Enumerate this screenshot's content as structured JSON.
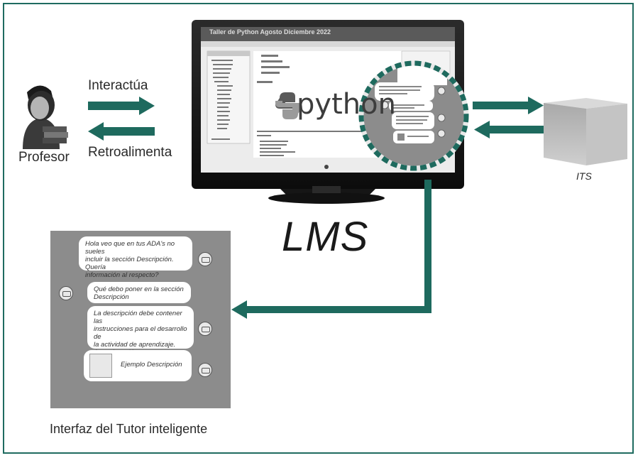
{
  "labels": {
    "interactua": "Interactúa",
    "retroalimenta": "Retroalimenta",
    "profesor": "Profesor",
    "its": "ITS",
    "lms": "LMS",
    "interfaz": "Interfaz del Tutor inteligente"
  },
  "screen": {
    "title": "Taller de Python Agosto Diciembre 2022",
    "logo_text": "python"
  },
  "chat": {
    "messages": [
      {
        "text": "Hola veo que en tus ADA's no sueles\nincluir la sección Descripción. Quería\ninformación al respecto?",
        "side": "right"
      },
      {
        "text": "Qué debo poner en la sección\nDescripción",
        "side": "left"
      },
      {
        "text": "La descripción debe contener las\ninstrucciones para el desarrollo de\nla actividad de aprendizaje.\nA continuación vemos un ejemplo:",
        "side": "right"
      },
      {
        "text": "Ejemplo Descripción",
        "side": "right",
        "attachment": "pdf"
      }
    ]
  },
  "colors": {
    "arrow": "#1e6a5e",
    "frame": "#1f6b60",
    "panel": "#8c8c8c"
  }
}
